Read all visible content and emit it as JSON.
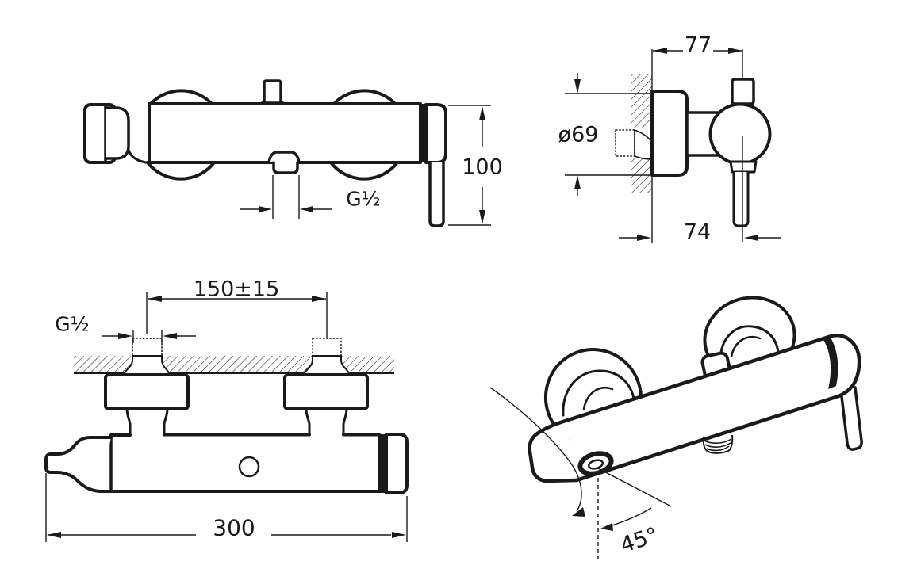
{
  "drawing": {
    "background_color": "#ffffff",
    "line_color": "#1a1a1a",
    "views": {
      "front": {
        "dims": {
          "height": "100",
          "outlet_thread": "G½"
        }
      },
      "side": {
        "dims": {
          "wall_offset": "77",
          "escutcheon_diameter": "ø69",
          "handle_offset": "74"
        }
      },
      "plan": {
        "dims": {
          "inlet_spacing": "150±15",
          "inlet_thread": "G½",
          "overall_width": "300"
        }
      },
      "perspective": {
        "dims": {
          "swivel_angle": "45°"
        }
      }
    }
  }
}
